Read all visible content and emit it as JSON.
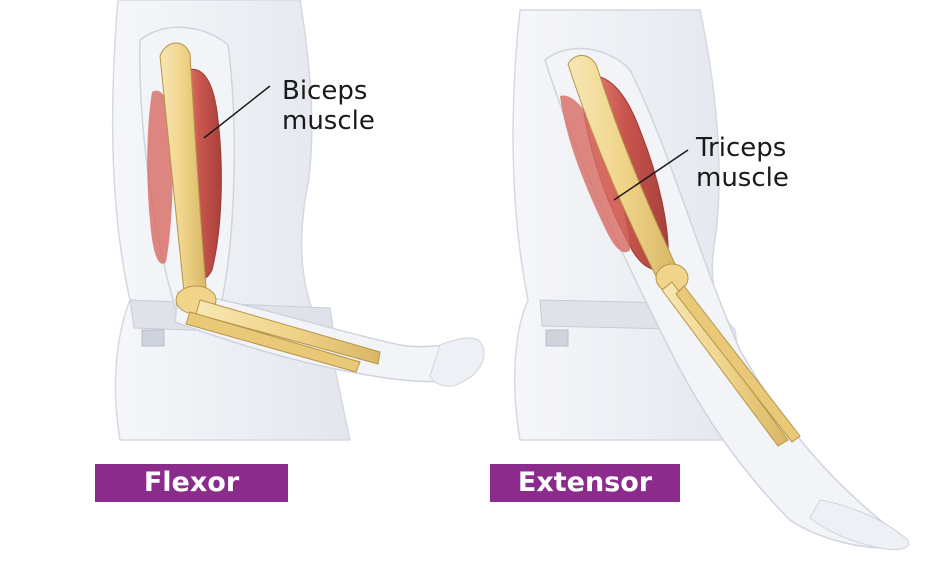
{
  "labels": {
    "biceps": "Biceps\nmuscle",
    "triceps": "Triceps\nmuscle"
  },
  "captions": {
    "flexor": "Flexor",
    "extensor": "Extensor"
  },
  "colors": {
    "caption_background": "#8b2c8c",
    "caption_text": "#ffffff",
    "muscle": "#c9564e",
    "bone": "#f0d89a",
    "silhouette": "#eceef3"
  }
}
